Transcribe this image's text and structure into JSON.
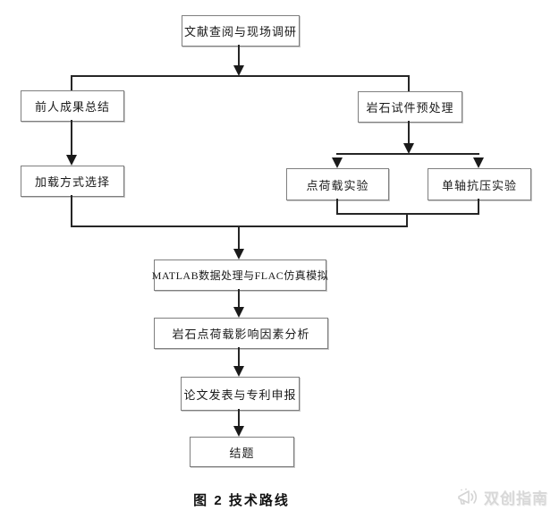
{
  "diagram": {
    "caption": "图 2 技术路线",
    "nodes": {
      "literature": "文献查阅与现场调研",
      "prior": "前人成果总结",
      "loading": "加载方式选择",
      "pretreat": "岩石试件预处理",
      "pointload": "点荷载实验",
      "uniaxial": "单轴抗压实验",
      "matlab": "MATLAB数据处理与FLAC仿真模拟",
      "analysis": "岩石点荷载影响因素分析",
      "paper": "论文发表与专利申报",
      "conclude": "结题"
    },
    "colors": {
      "line": "#262626",
      "box_border": "#7f7f7f",
      "text": "#1a1a1a",
      "watermark": "#d8d8d8"
    }
  },
  "watermark": {
    "label": "双创指南",
    "icon": "megaphone-icon"
  }
}
